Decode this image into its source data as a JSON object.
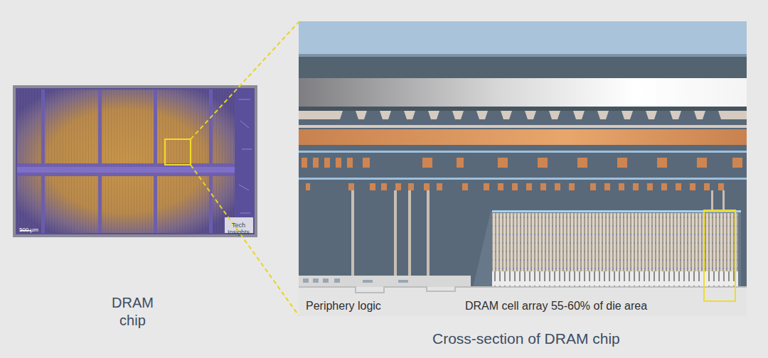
{
  "diagram": {
    "labels": [
      "DRAM chip",
      "500 µm",
      "Tech",
      "Insights",
      "Periphery logic",
      "DRAM cell array 55-60% of die area",
      "Cross-section of DRAM chip"
    ]
  }
}
